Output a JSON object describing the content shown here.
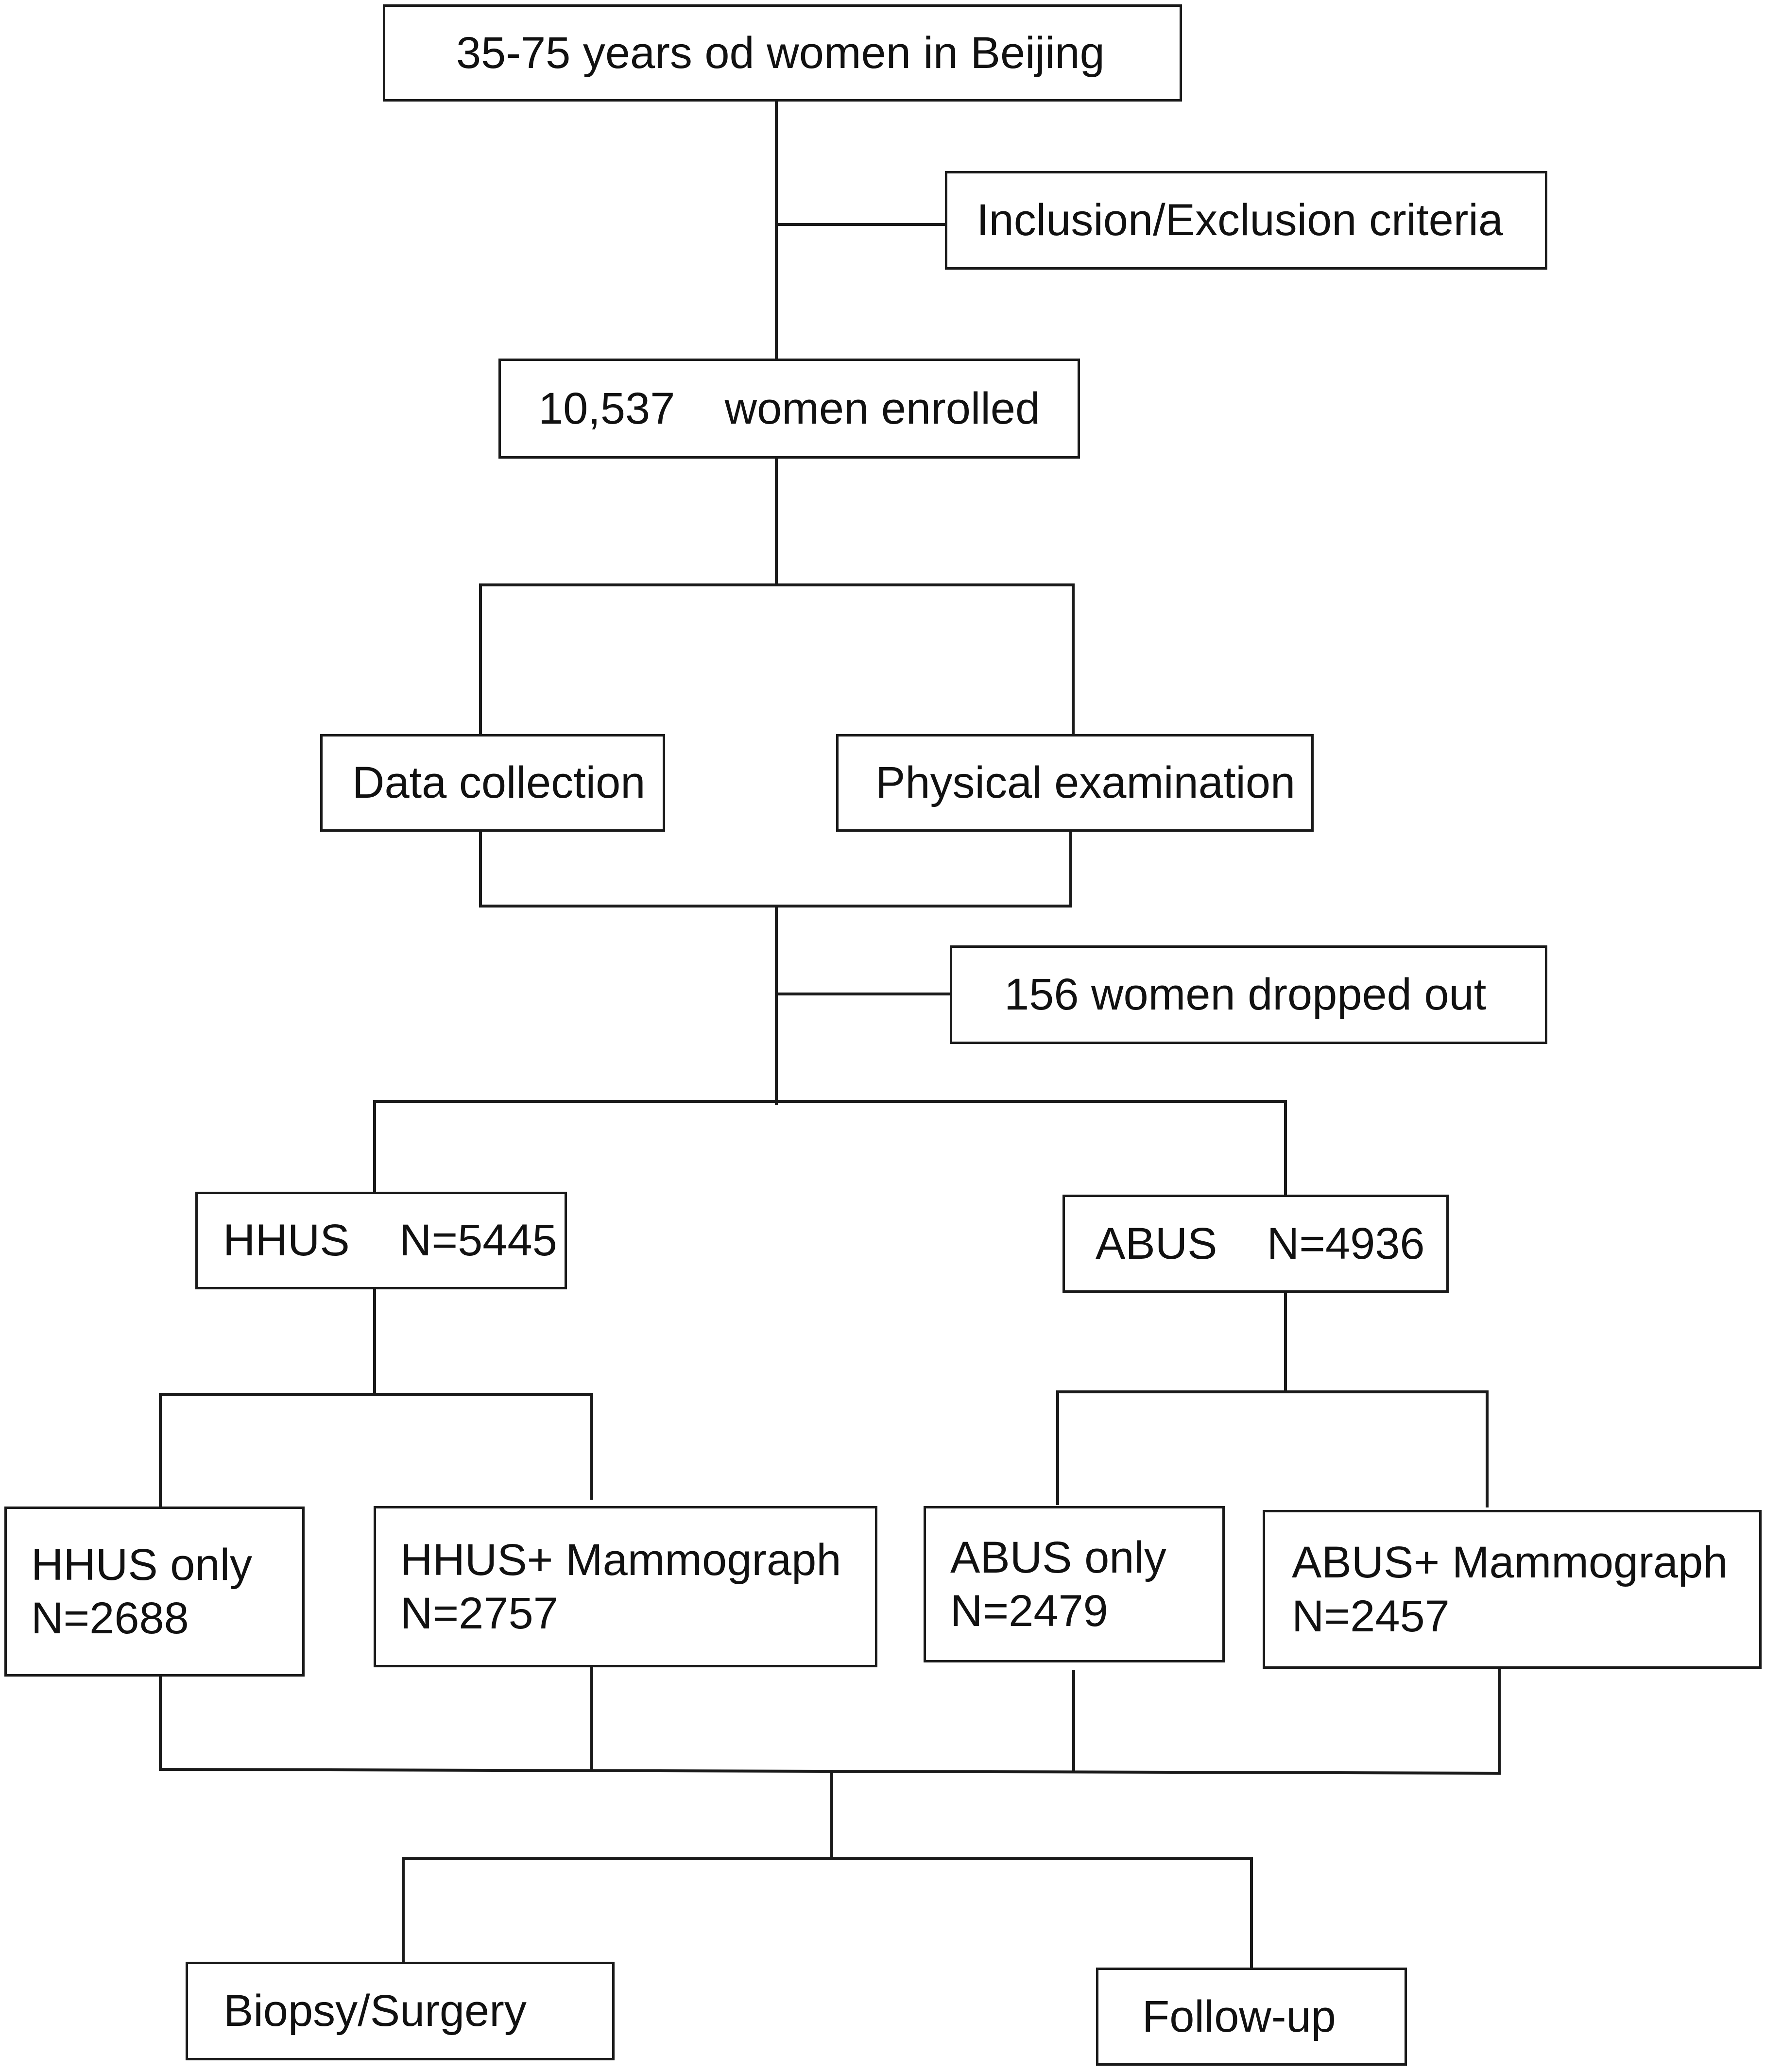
{
  "nodes": {
    "population": {
      "text": "35-75 years od women in Beijing"
    },
    "criteria": {
      "text": "Inclusion/Exclusion criteria"
    },
    "enrolled": {
      "text": "10,537    women enrolled"
    },
    "data_collection": {
      "text": "Data collection"
    },
    "physical_exam": {
      "text": "Physical examination"
    },
    "dropped_out": {
      "text": "156 women dropped out"
    },
    "hhus": {
      "text": "HHUS    N=5445"
    },
    "abus": {
      "text": "ABUS    N=4936"
    },
    "hhus_only": {
      "line1": "HHUS only",
      "line2": "N=2688"
    },
    "hhus_mammo": {
      "line1": "HHUS+ Mammograph",
      "line2": "N=2757"
    },
    "abus_only": {
      "line1": "ABUS only",
      "line2": "N=2479"
    },
    "abus_mammo": {
      "line1": "ABUS+ Mammograph",
      "line2": "N=2457"
    },
    "biopsy": {
      "text": "Biopsy/Surgery"
    },
    "followup": {
      "text": "Follow-up"
    }
  },
  "colors": {
    "line": "#1a1a1a",
    "box_border": "#1a1a1a",
    "text": "#111111",
    "background": "#ffffff"
  }
}
